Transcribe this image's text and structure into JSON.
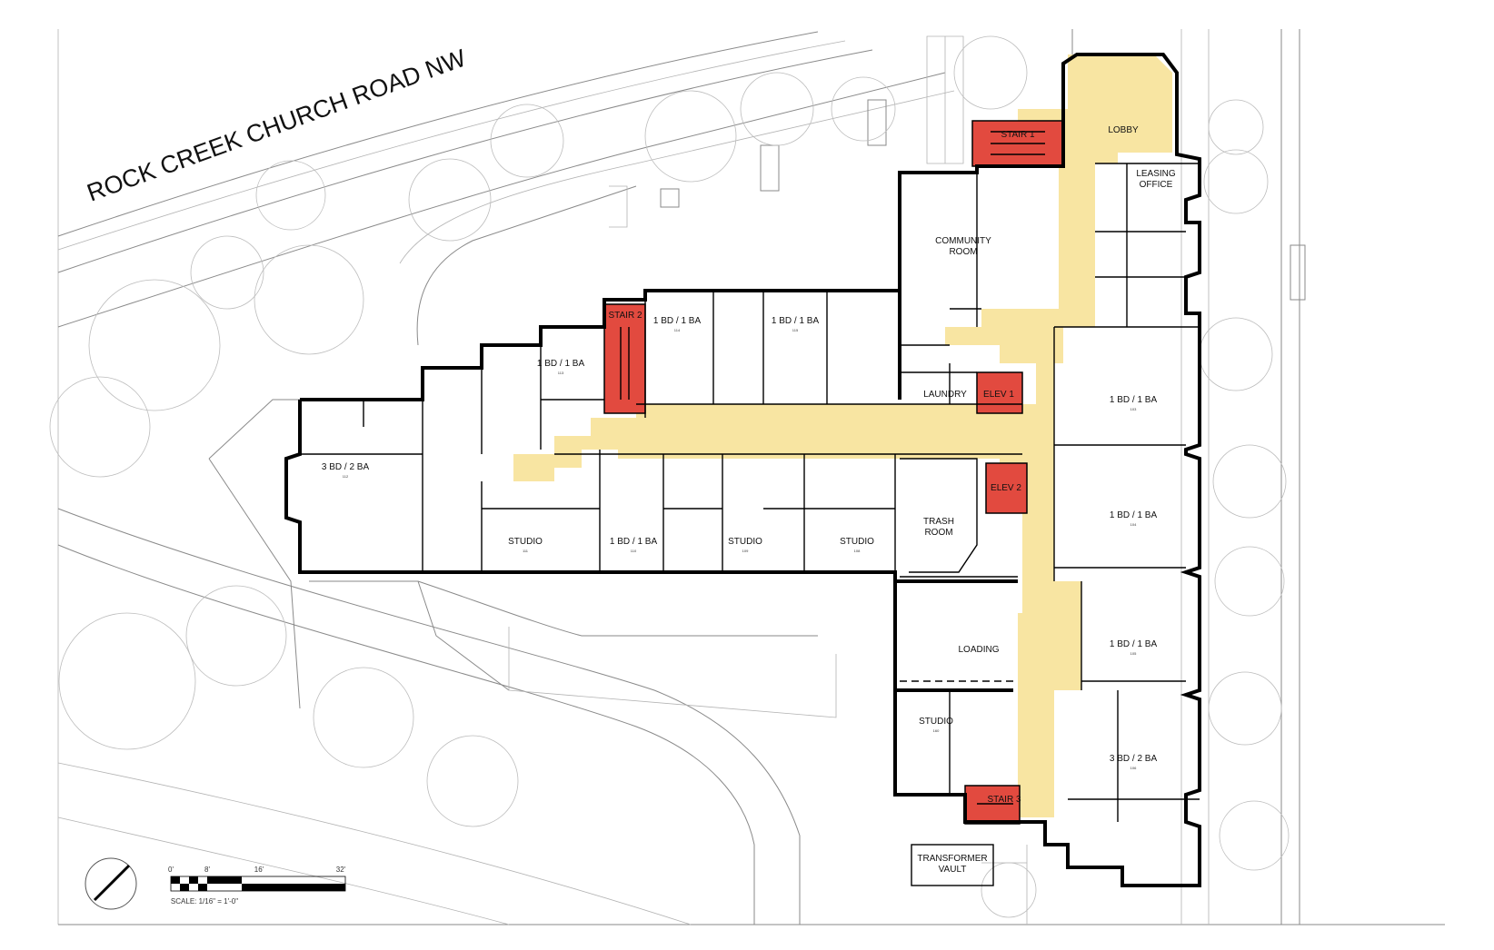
{
  "street": "ROCK CREEK CHURCH ROAD NW",
  "circulation": {
    "lobby": "LOBBY",
    "stair_1": "STAIR 1",
    "stair_2": "STAIR 2",
    "stair_3": "STAIR 3",
    "elev_1": "ELEV 1",
    "elev_2": "ELEV 2"
  },
  "amenity": {
    "leasing_office_line1": "LEASING",
    "leasing_office_line2": "OFFICE",
    "community_room_line1": "COMMUNITY",
    "community_room_line2": "ROOM",
    "laundry": "LAUNDRY",
    "trash_room_line1": "TRASH",
    "trash_room_line2": "ROOM",
    "loading": "LOADING",
    "transformer_vault_line1": "TRANSFORMER",
    "transformer_vault_line2": "VAULT"
  },
  "units": [
    {
      "type": "3 BD / 2 BA",
      "number": "112"
    },
    {
      "type": "1 BD / 1 BA",
      "number": "113"
    },
    {
      "type": "1 BD / 1 BA",
      "number": "114"
    },
    {
      "type": "1 BD / 1 BA",
      "number": "115"
    },
    {
      "type": "STUDIO",
      "number": "111"
    },
    {
      "type": "1 BD / 1 BA",
      "number": "110"
    },
    {
      "type": "STUDIO",
      "number": "109"
    },
    {
      "type": "STUDIO",
      "number": "108"
    },
    {
      "type": "1 BD / 1 BA",
      "number": "103"
    },
    {
      "type": "1 BD / 1 BA",
      "number": "104"
    },
    {
      "type": "1 BD / 1 BA",
      "number": "105"
    },
    {
      "type": "STUDIO",
      "number": "160"
    },
    {
      "type": "3 BD / 2 BA",
      "number": "106"
    }
  ],
  "scale": {
    "ticks": [
      "0'",
      "8'",
      "16'",
      "32'"
    ],
    "note": "SCALE: 1/16\" = 1'-0\""
  },
  "colors": {
    "corridor": "#f8e5a2",
    "core": "#e24a3f",
    "wall": "#000000",
    "site": "#8a8a8a"
  },
  "icons": [
    "north-arrow-icon",
    "bar-scale-icon"
  ]
}
